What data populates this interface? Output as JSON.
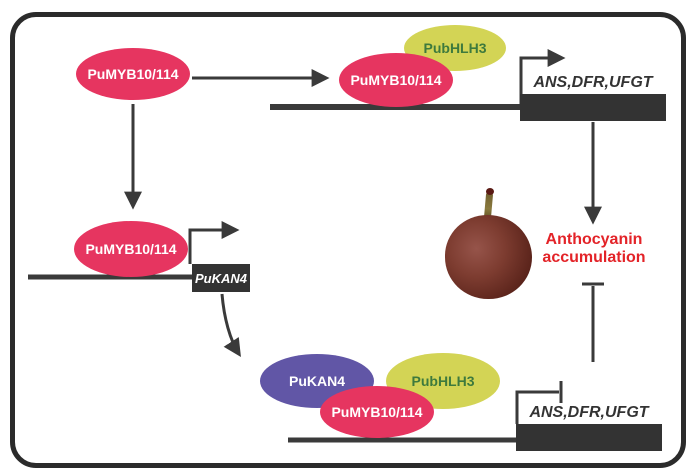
{
  "colors": {
    "myb_pink": "#e63560",
    "bhlh_yellow": "#d3d455",
    "bhlh_text_green": "#3e7a3d",
    "kan4_purple": "#6156a6",
    "gene_box_dark": "#333333",
    "outcome_red": "#e32328",
    "line_dark": "#3a3a3a",
    "border_dark": "#2b2b2b"
  },
  "pathway": {
    "tf_top": {
      "label": "PuMYB10/114"
    },
    "complex_top": {
      "bhlh": "PubHLH3",
      "myb": "PuMYB10/114"
    },
    "genes_top": {
      "label": "ANS,DFR,UFGT"
    },
    "tf_mid": {
      "label": "PuMYB10/114"
    },
    "gene_kan4": {
      "label": "PuKAN4"
    },
    "complex_bottom": {
      "kan4": "PuKAN4",
      "bhlh": "PubHLH3",
      "myb": "PuMYB10/114"
    },
    "genes_bottom": {
      "label": "ANS,DFR,UFGT"
    },
    "outcome": {
      "label": "Anthocyanin accumulation"
    },
    "fruit_icon": "red-pear-fruit"
  }
}
